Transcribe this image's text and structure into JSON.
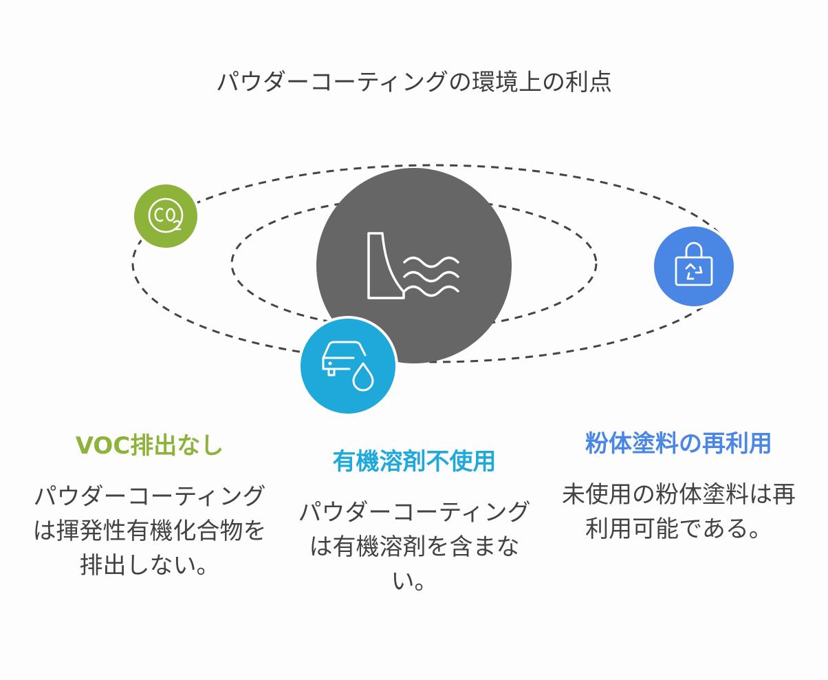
{
  "title": "パウダーコーティングの環境上の利点",
  "center": {
    "icon": "dam-water-icon",
    "color": "#666666"
  },
  "nodes": [
    {
      "id": "voc",
      "icon": "co2-icon",
      "color": "#8db33a",
      "heading": "VOC排出なし",
      "body": "パウダーコーティングは揮発性有機化合物を排出しない。"
    },
    {
      "id": "solvent",
      "icon": "car-oil-drop-icon",
      "color": "#1fa9db",
      "heading": "有機溶剤不使用",
      "body": "パウダーコーティングは有機溶剤を含まない。"
    },
    {
      "id": "reuse",
      "icon": "recycle-bag-icon",
      "color": "#4a86e4",
      "heading": "粉体塗料の再利用",
      "body": "未使用の粉体塗料は再利用可能である。"
    }
  ]
}
